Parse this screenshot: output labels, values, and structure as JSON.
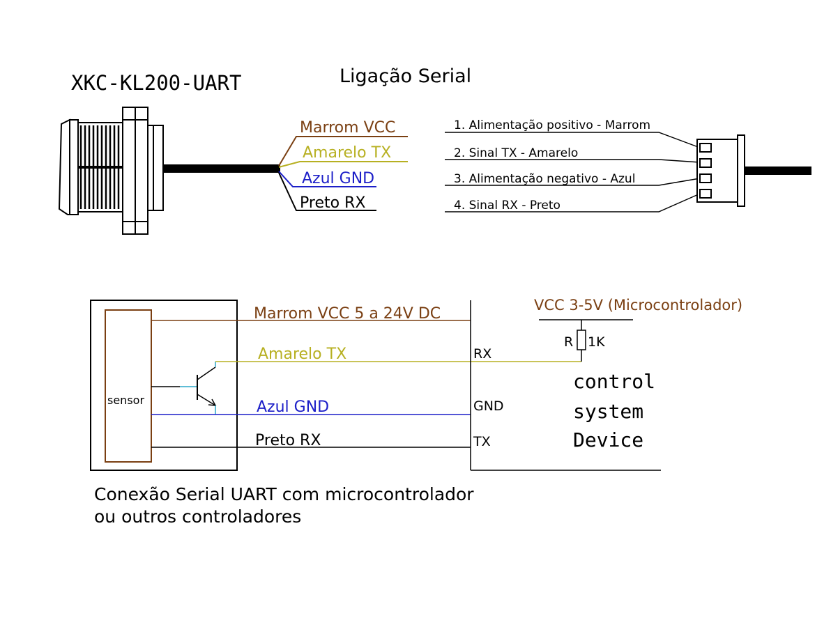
{
  "diagram": {
    "model": "XKC-KL200-UART",
    "title": "Ligação Serial",
    "colors": {
      "brown": "#7a3f12",
      "yellow": "#b7b022",
      "blue": "#1c1fc8",
      "black": "#000000",
      "transistor": "#2aa7c9"
    },
    "wire_labels": {
      "vcc": "Marrom VCC",
      "tx": "Amarelo TX",
      "gnd": "Azul GND",
      "rx": "Preto RX"
    },
    "pinout": [
      "1. Alimentação positivo - Marrom",
      "2. Sinal TX - Amarelo",
      "3. Alimentação negativo - Azul",
      "4. Sinal RX - Preto"
    ],
    "circuit": {
      "sensor_label": "sensor",
      "vcc_line": "Marrom VCC 5 a 24V DC",
      "tx_line": "Amarelo TX",
      "gnd_line": "Azul GND",
      "rx_line": "Preto RX",
      "mcu_vcc": "VCC 3-5V (Microcontrolador)",
      "resistor_letter": "R",
      "resistor_value": "1K",
      "pins": {
        "rx": "RX",
        "gnd": "GND",
        "tx": "TX"
      },
      "device": [
        "control",
        "system",
        "Device"
      ]
    },
    "caption": [
      "Conexão Serial UART com microcontrolador",
      "ou outros controladores"
    ]
  }
}
